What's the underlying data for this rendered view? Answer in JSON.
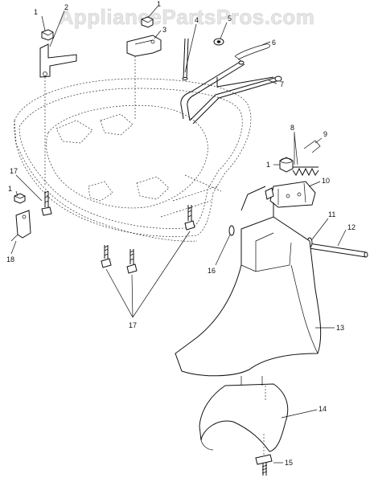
{
  "watermark": "AppliancePartsPros.com",
  "callouts": {
    "c1a": "1",
    "c1b": "1",
    "c1c": "1",
    "c1d": "1",
    "c2": "2",
    "c3": "3",
    "c4": "4",
    "c5": "5",
    "c6": "6",
    "c7": "7",
    "c8": "8",
    "c9": "9",
    "c10": "10",
    "c11": "11",
    "c12": "12",
    "c13": "13",
    "c14": "14",
    "c15": "15",
    "c16": "16",
    "c17a": "17",
    "c17b": "17",
    "c18": "18"
  }
}
